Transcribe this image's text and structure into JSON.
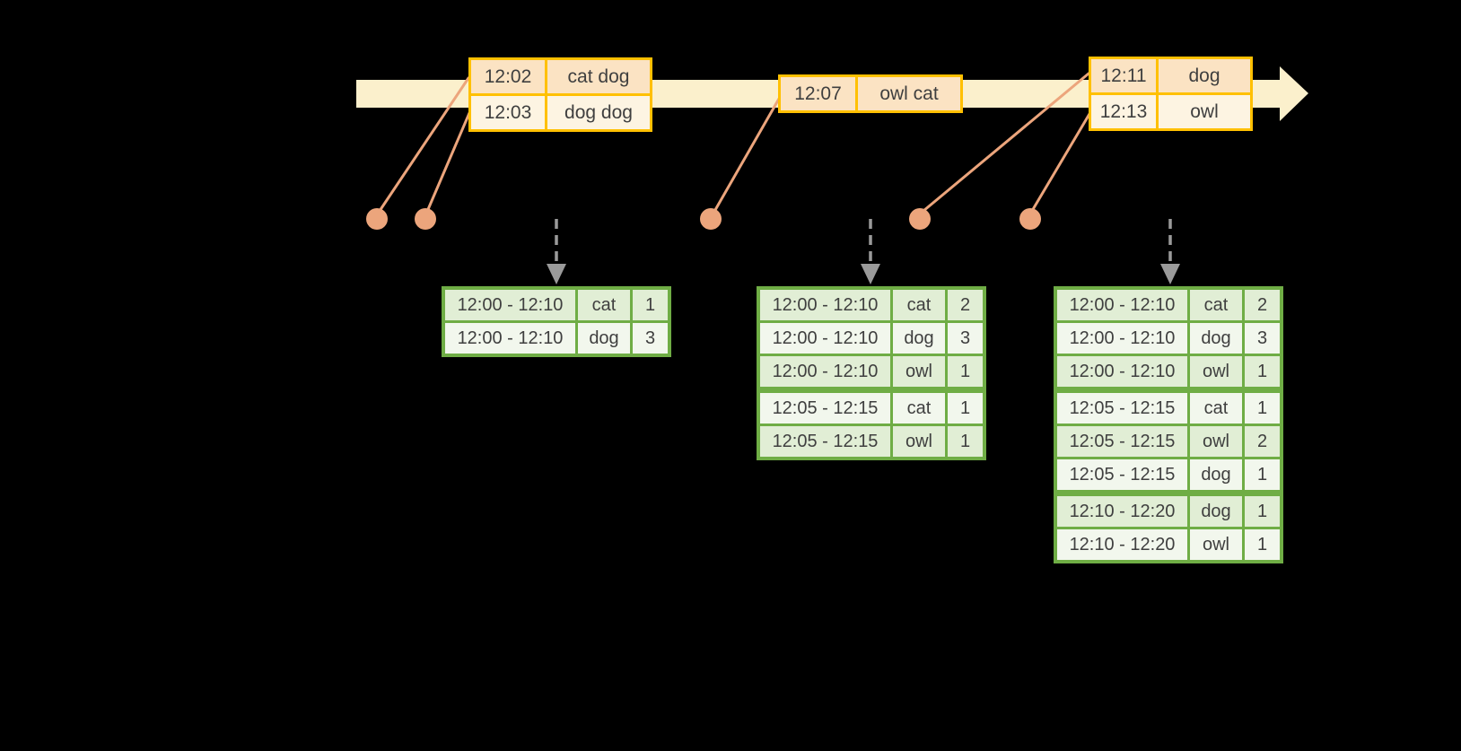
{
  "colors": {
    "background": "#000000",
    "timeline-fill": "#FBF0CC",
    "event-border": "#FFC000",
    "event-row-dark": "#FBE3C3",
    "event-row-light": "#FDF4E2",
    "marker": "#ECA57C",
    "result-border": "#6FAD45",
    "result-row-dark": "#E1EED5",
    "result-row-light": "#F2F7ED",
    "trigger-arrow": "#9A9A9A",
    "text": "#3F3F3F"
  },
  "event_tables": [
    {
      "rows": [
        {
          "time": "12:02",
          "words": "cat dog"
        },
        {
          "time": "12:03",
          "words": "dog dog"
        }
      ]
    },
    {
      "rows": [
        {
          "time": "12:07",
          "words": "owl cat"
        }
      ]
    },
    {
      "rows": [
        {
          "time": "12:11",
          "words": "dog"
        },
        {
          "time": "12:13",
          "words": "owl"
        }
      ]
    }
  ],
  "result_tables": [
    {
      "rows": [
        {
          "window": "12:00 - 12:10",
          "word": "cat",
          "count": "1"
        },
        {
          "window": "12:00 - 12:10",
          "word": "dog",
          "count": "3"
        }
      ]
    },
    {
      "rows": [
        {
          "window": "12:00 - 12:10",
          "word": "cat",
          "count": "2"
        },
        {
          "window": "12:00 - 12:10",
          "word": "dog",
          "count": "3"
        },
        {
          "window": "12:00 - 12:10",
          "word": "owl",
          "count": "1"
        },
        {
          "window": "12:05 - 12:15",
          "word": "cat",
          "count": "1"
        },
        {
          "window": "12:05 - 12:15",
          "word": "owl",
          "count": "1"
        }
      ]
    },
    {
      "rows": [
        {
          "window": "12:00 - 12:10",
          "word": "cat",
          "count": "2"
        },
        {
          "window": "12:00 - 12:10",
          "word": "dog",
          "count": "3"
        },
        {
          "window": "12:00 - 12:10",
          "word": "owl",
          "count": "1"
        },
        {
          "window": "12:05 - 12:15",
          "word": "cat",
          "count": "1"
        },
        {
          "window": "12:05 - 12:15",
          "word": "owl",
          "count": "2"
        },
        {
          "window": "12:05 - 12:15",
          "word": "dog",
          "count": "1"
        },
        {
          "window": "12:10 - 12:20",
          "word": "dog",
          "count": "1"
        },
        {
          "window": "12:10 - 12:20",
          "word": "owl",
          "count": "1"
        }
      ]
    }
  ]
}
